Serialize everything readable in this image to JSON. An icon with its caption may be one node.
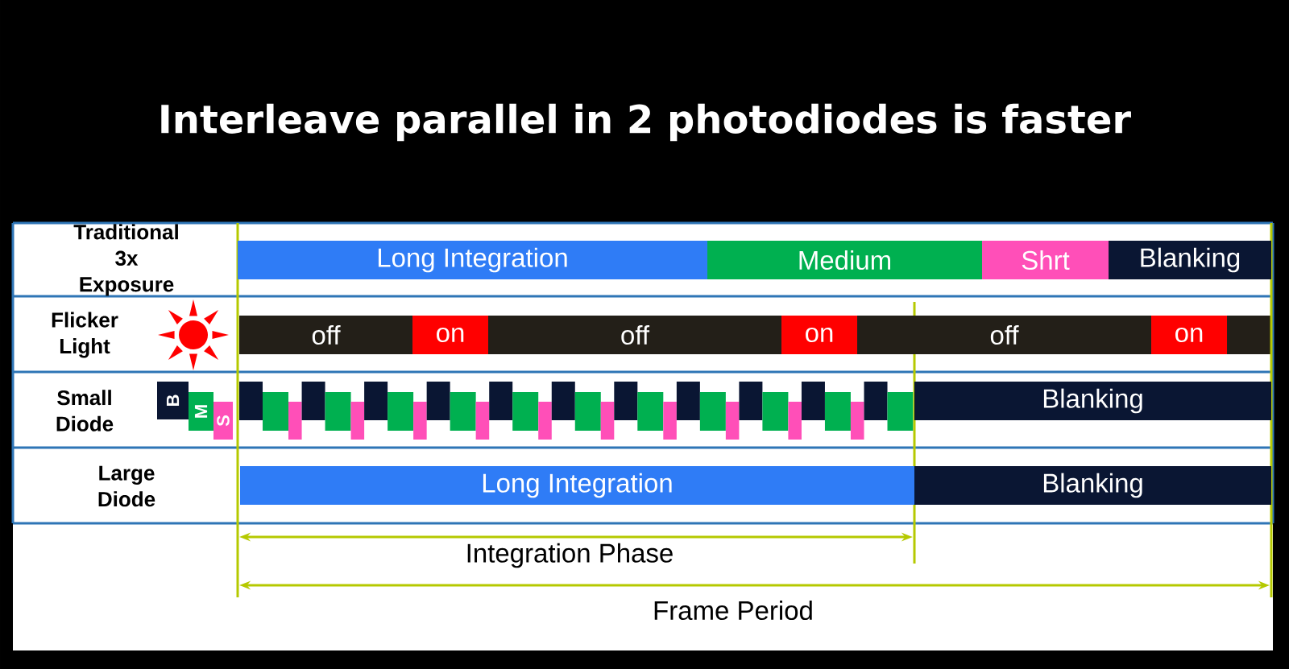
{
  "diagram": {
    "title": "Interleave parallel in 2 photodiodes is faster",
    "nodes": [
      {
        "text": [
          "Long Integration"
        ]
      },
      {
        "text": [
          "Medium"
        ]
      },
      {
        "text": [
          "Shrt"
        ]
      },
      {
        "text": [
          "Blanking"
        ]
      },
      {
        "text": [
          "off"
        ]
      },
      {
        "text": [
          "on"
        ]
      },
      {
        "text": [
          "off"
        ]
      },
      {
        "text": [
          "on"
        ]
      },
      {
        "text": [
          "off"
        ]
      },
      {
        "text": [
          "on"
        ]
      },
      {
        "text": [
          "B"
        ]
      },
      {
        "text": [
          "M"
        ]
      },
      {
        "text": [
          "S"
        ]
      },
      {
        "text": [
          "Blanking"
        ]
      },
      {
        "text": [
          "Long Integration"
        ]
      },
      {
        "text": [
          "Blanking"
        ]
      }
    ],
    "labels": [
      "Traditional 3x Exposure",
      "Flicker Light",
      "Small Diode",
      "Large Diode",
      "Integration Phase",
      "Frame Period"
    ]
  }
}
